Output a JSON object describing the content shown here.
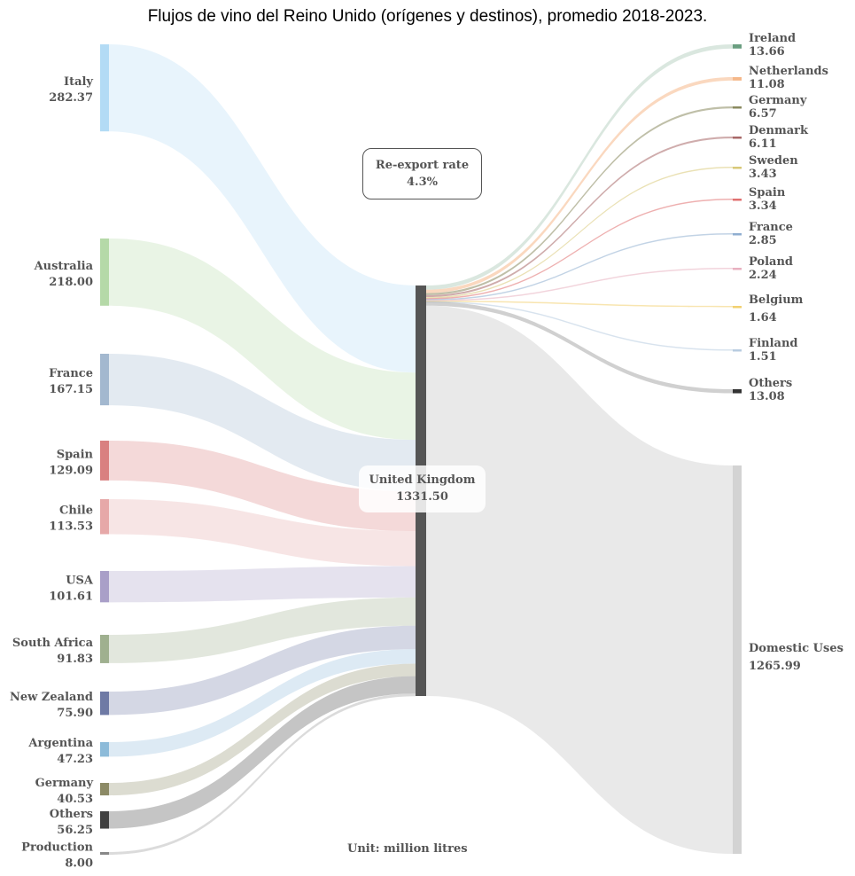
{
  "chart_data": {
    "type": "sankey",
    "title": "Flujos de vino del Reino Unido (orígenes y destinos), promedio 2018-2023.",
    "unit_label": "Unit: million litres",
    "center": {
      "name": "United Kingdom",
      "value_label": "1331.50",
      "value": 1331.5,
      "color": "#555555"
    },
    "reexport": {
      "label": "Re-export rate",
      "value_label": "4.3%"
    },
    "sources": [
      {
        "name": "Italy",
        "value_label": "282.37",
        "value": 282.37,
        "color": "#b3dbf5"
      },
      {
        "name": "Australia",
        "value_label": "218.00",
        "value": 218.0,
        "color": "#b5d9a8"
      },
      {
        "name": "France",
        "value_label": "167.15",
        "value": 167.15,
        "color": "#a3b8cf"
      },
      {
        "name": "Spain",
        "value_label": "129.09",
        "value": 129.09,
        "color": "#d98080"
      },
      {
        "name": "Chile",
        "value_label": "113.53",
        "value": 113.53,
        "color": "#e6a8a8"
      },
      {
        "name": "USA",
        "value_label": "101.61",
        "value": 101.61,
        "color": "#a99fc8"
      },
      {
        "name": "South Africa",
        "value_label": "91.83",
        "value": 91.83,
        "color": "#9fb08f"
      },
      {
        "name": "New Zealand",
        "value_label": "75.90",
        "value": 75.9,
        "color": "#6f7aa5"
      },
      {
        "name": "Argentina",
        "value_label": "47.23",
        "value": 47.23,
        "color": "#8dbbd9"
      },
      {
        "name": "Germany",
        "value_label": "40.53",
        "value": 40.53,
        "color": "#8c8a66"
      },
      {
        "name": "Others",
        "value_label": "56.25",
        "value": 56.25,
        "color": "#404040"
      },
      {
        "name": "Production",
        "value_label": "8.00",
        "value": 8.0,
        "color": "#888888"
      }
    ],
    "destinations": [
      {
        "name": "Ireland",
        "value_label": "13.66",
        "value": 13.66,
        "color": "#6a9e80"
      },
      {
        "name": "Netherlands",
        "value_label": "11.08",
        "value": 11.08,
        "color": "#f5b88a"
      },
      {
        "name": "Germany",
        "value_label": "6.57",
        "value": 6.57,
        "color": "#8a8a60"
      },
      {
        "name": "Denmark",
        "value_label": "6.11",
        "value": 6.11,
        "color": "#a86868"
      },
      {
        "name": "Sweden",
        "value_label": "3.43",
        "value": 3.43,
        "color": "#d8c878"
      },
      {
        "name": "Spain",
        "value_label": "3.34",
        "value": 3.34,
        "color": "#e07070"
      },
      {
        "name": "France",
        "value_label": "2.85",
        "value": 2.85,
        "color": "#90aed0"
      },
      {
        "name": "Poland",
        "value_label": "2.24",
        "value": 2.24,
        "color": "#e8b0c0"
      },
      {
        "name": "Belgium",
        "value_label": "1.64",
        "value": 1.64,
        "color": "#f2d070"
      },
      {
        "name": "Finland",
        "value_label": "1.51",
        "value": 1.51,
        "color": "#b8cce0"
      },
      {
        "name": "Others",
        "value_label": "13.08",
        "value": 13.08,
        "color": "#333333"
      },
      {
        "name": "Domestic Uses",
        "value_label": "1265.99",
        "value": 1265.99,
        "color": "#d3d3d3"
      }
    ]
  }
}
